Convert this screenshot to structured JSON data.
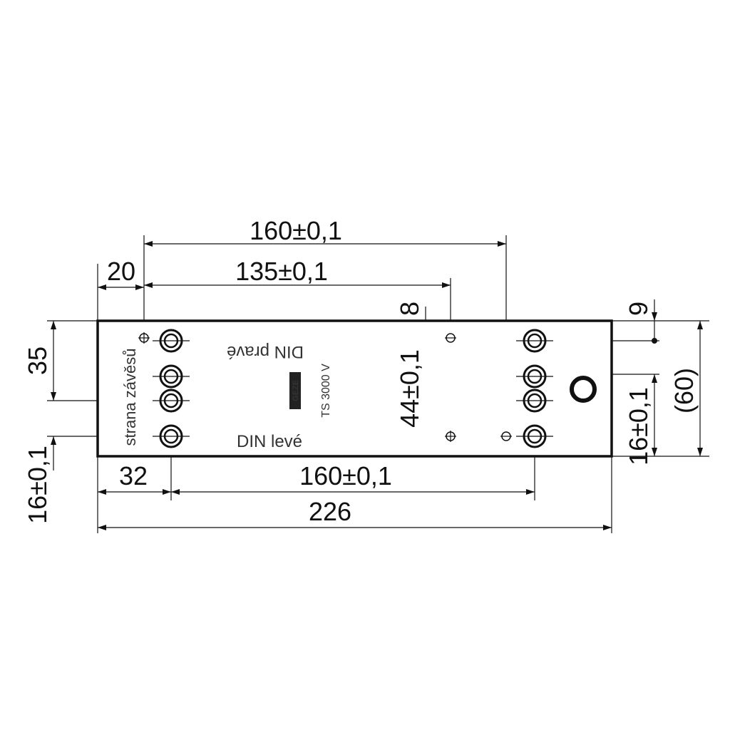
{
  "drawing": {
    "dimensions": {
      "top_160": "160±0,1",
      "top_135": "135±0,1",
      "left_20": "20",
      "top_8": "8",
      "right_9": "9",
      "left_35": "35",
      "mid_44": "44±0,1",
      "right_16": "16±0,1",
      "right_60": "(60)",
      "left_16": "16±0,1",
      "bottom_32": "32",
      "bottom_160": "160±0,1",
      "bottom_226": "226"
    },
    "labels": {
      "din_prave": "DIN pravé",
      "din_leve": "DIN levé",
      "strana_zavesu": "strana závěsů",
      "model": "TS 3000 V",
      "brand": "GEZE"
    },
    "colors": {
      "line": "#111111",
      "text": "#333333"
    }
  }
}
